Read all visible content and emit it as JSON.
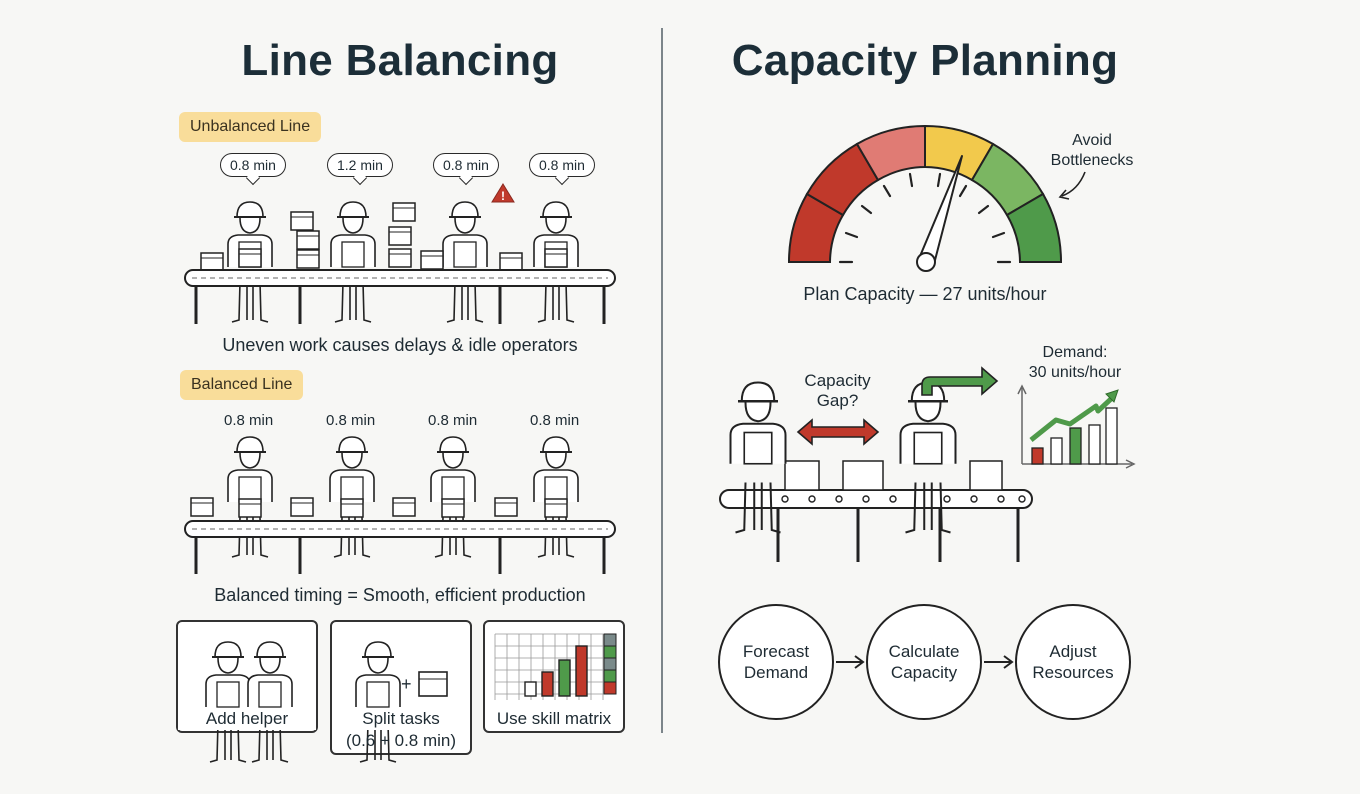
{
  "left": {
    "title": "Line Balancing",
    "unbalanced": {
      "badge": "Unbalanced Line",
      "times": [
        "0.8 min",
        "1.2 min",
        "0.8 min",
        "0.8 min"
      ],
      "caption": "Uneven work causes delays & idle operators"
    },
    "balanced": {
      "badge": "Balanced Line",
      "times": [
        "0.8 min",
        "0.8 min",
        "0.8 min",
        "0.8 min"
      ],
      "caption": "Balanced timing = Smooth, efficient production"
    },
    "cards": {
      "helper": "Add helper",
      "split_line1": "Split tasks",
      "split_line2": "(0.6 + 0.8 min)",
      "split_plus": "+",
      "skill": "Use skill matrix"
    }
  },
  "right": {
    "title": "Capacity Planning",
    "gauge": {
      "label": "Plan Capacity — 27 units/hour",
      "note_line1": "Avoid",
      "note_line2": "Bottlenecks",
      "zones": [
        "#c0392b",
        "#e07b74",
        "#f2c94c",
        "#7bb662",
        "#4f9a4a"
      ]
    },
    "gap": {
      "line1": "Capacity",
      "line2": "Gap?"
    },
    "demand": {
      "line1": "Demand:",
      "line2": "30 units/hour"
    },
    "steps": [
      {
        "line1": "Forecast",
        "line2": "Demand"
      },
      {
        "line1": "Calculate",
        "line2": "Capacity"
      },
      {
        "line1": "Adjust",
        "line2": "Resources"
      }
    ]
  }
}
